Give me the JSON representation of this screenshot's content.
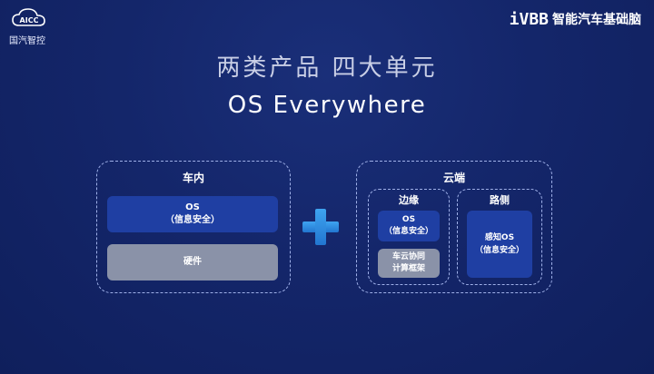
{
  "branding": {
    "left_logo_text": "AICC",
    "left_company": "国汽智控",
    "right_logo_text": "iVBB",
    "right_tagline": "智能汽车基础脑"
  },
  "slide": {
    "title": "两类产品  四大单元",
    "subtitle": "OS  Everywhere"
  },
  "in_vehicle": {
    "label": "车内",
    "os_block": [
      "OS",
      "（信息安全）"
    ],
    "hardware_block": "硬件"
  },
  "cloud": {
    "label": "云端",
    "edge": {
      "label": "边缘",
      "os_block": [
        "OS",
        "（信息安全）"
      ],
      "framework_block": [
        "车云协同",
        "计算框架"
      ]
    },
    "roadside": {
      "label": "路侧",
      "os_block": [
        "感知OS",
        "（信息安全）"
      ]
    }
  },
  "colors": {
    "background": "#14266a",
    "block_blue": "#1f3fa3",
    "block_grey": "#8a92a8",
    "plus": "#3ea4f0"
  }
}
